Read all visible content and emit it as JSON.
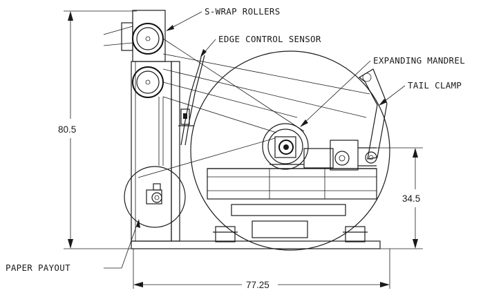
{
  "labels": {
    "s_wrap_rollers": "S-WRAP ROLLERS",
    "edge_control_sensor": "EDGE CONTROL SENSOR",
    "expanding_mandrel": "EXPANDING MANDREL",
    "tail_clamp": "TAIL CLAMP",
    "paper_payout": "PAPER PAYOUT"
  },
  "dimensions": {
    "overall_height": "80.5",
    "mandrel_height": "34.5",
    "overall_width": "77.25"
  },
  "colors": {
    "ink": "#1a1a1a",
    "paper": "#ffffff"
  }
}
